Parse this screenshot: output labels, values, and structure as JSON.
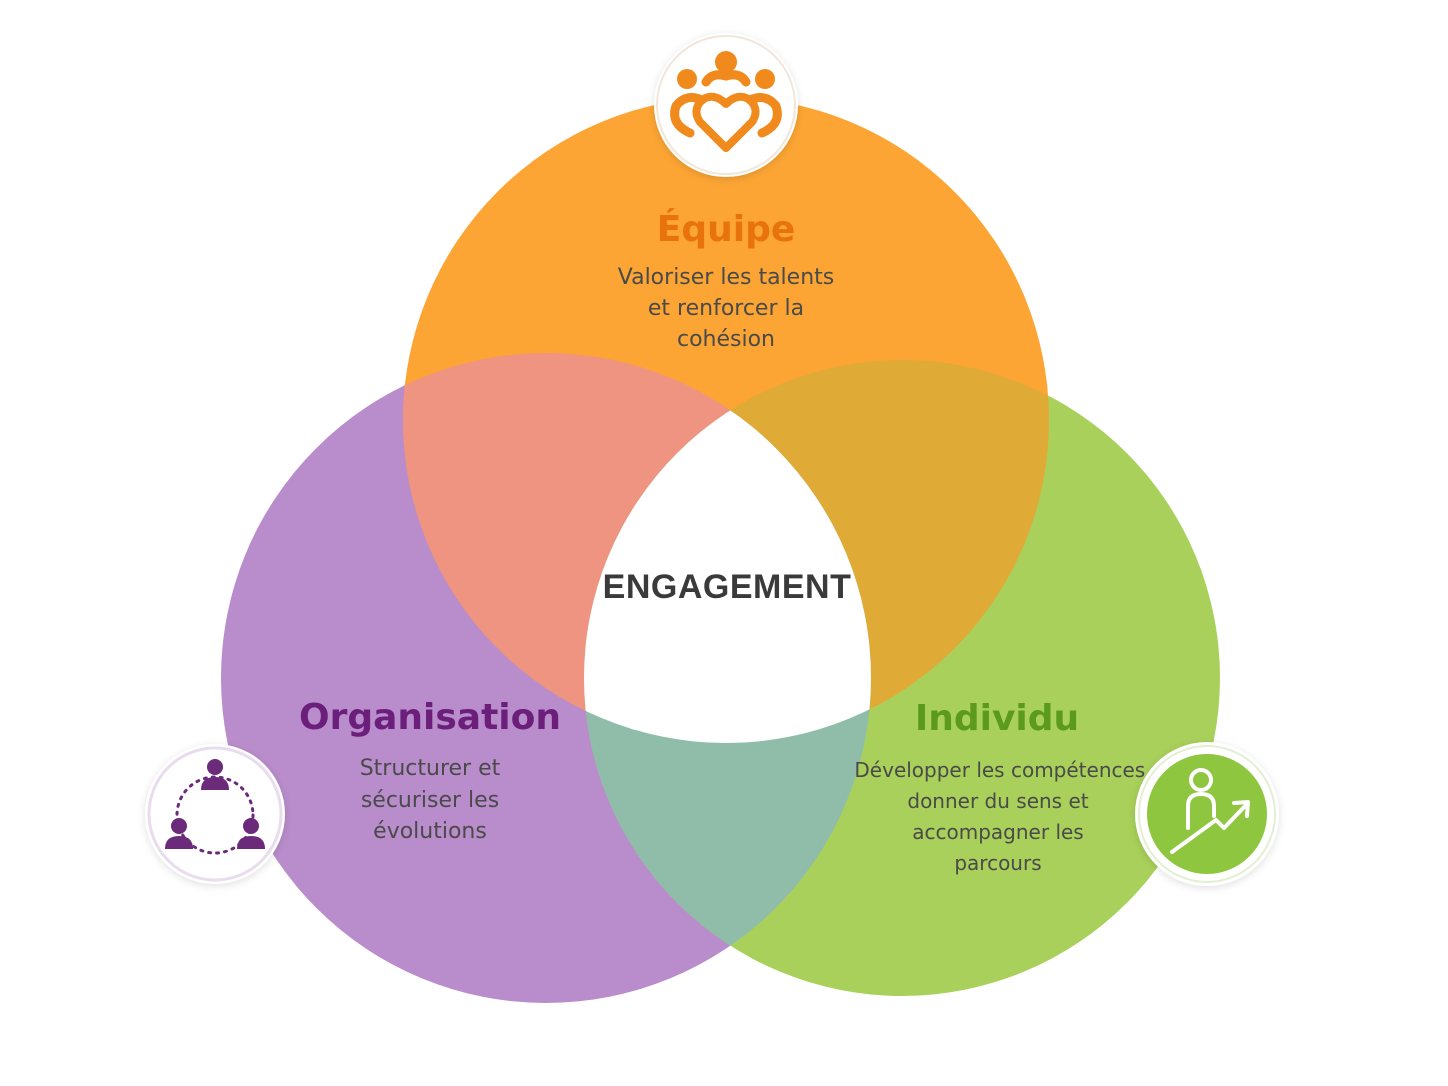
{
  "center_label": "ENGAGEMENT",
  "circles": {
    "equipe": {
      "title": "Équipe",
      "description_lines": [
        "Valoriser les talents",
        "et renforcer la",
        "cohésion"
      ],
      "color": "#FCA534",
      "title_color": "#E8720C",
      "icon": "team-heart-icon"
    },
    "organisation": {
      "title": "Organisation",
      "description_lines": [
        "Structurer et",
        "sécuriser les",
        "évolutions"
      ],
      "color": "#B98CCB",
      "title_color": "#6B1F7B",
      "icon": "network-people-icon"
    },
    "individu": {
      "title": "Individu",
      "description_lines": [
        "Développer les compétences,",
        "donner du sens et",
        "accompagner les",
        "parcours"
      ],
      "color": "#A8D05A",
      "title_color": "#5B9A1B",
      "icon": "person-growth-icon"
    }
  },
  "overlaps": {
    "equipe_organisation": "#EE9480",
    "equipe_individu": "#E0AA36",
    "organisation_individu": "#8FBDAA"
  }
}
